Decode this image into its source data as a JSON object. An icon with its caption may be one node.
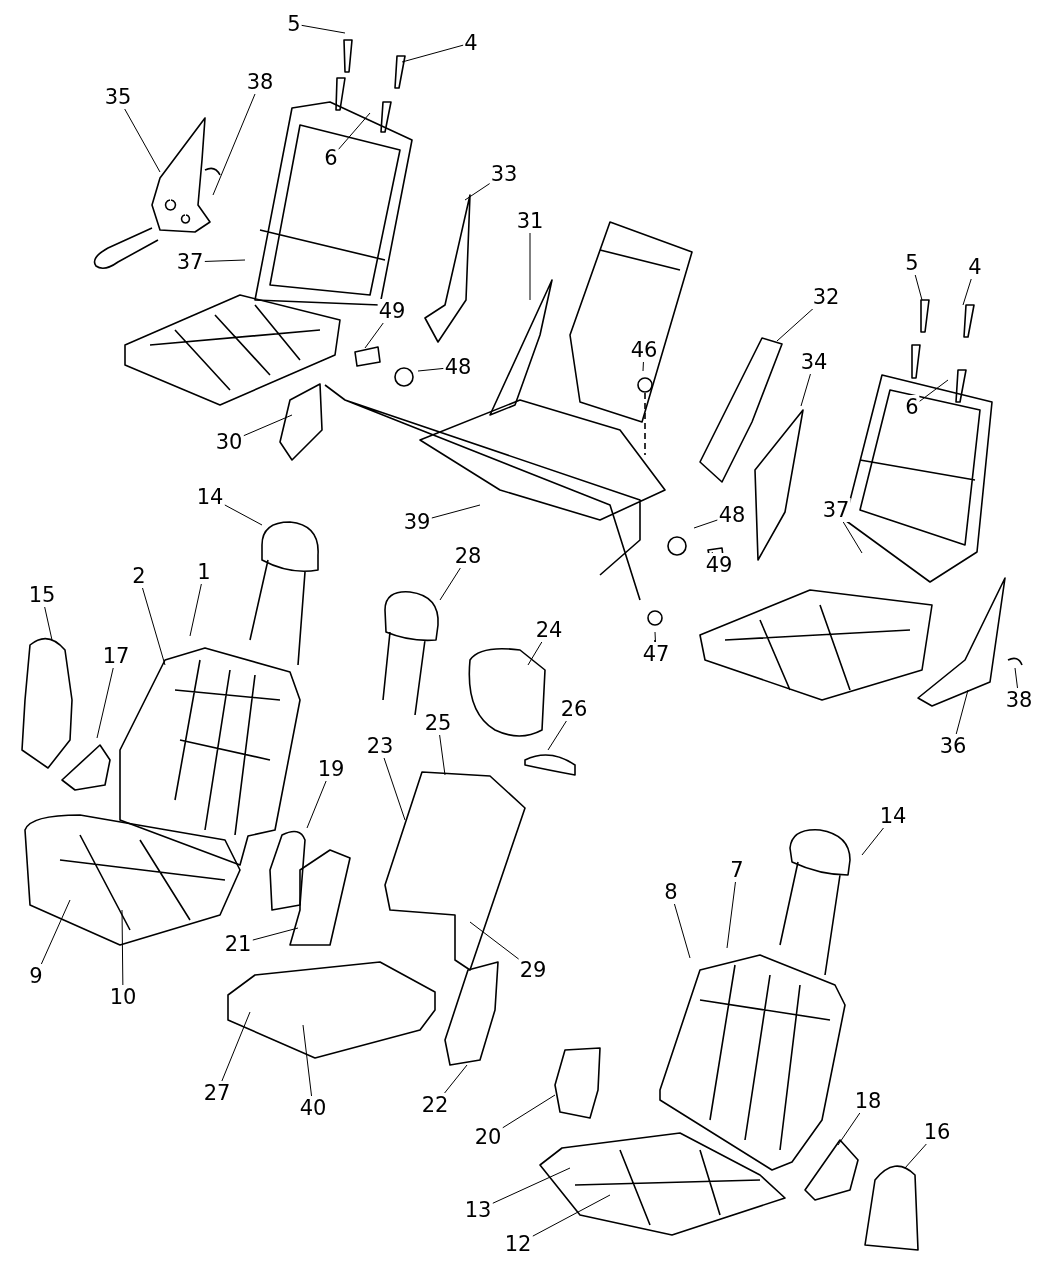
{
  "diagram": {
    "nodes": [
      {
        "text": [
          "5"
        ]
      },
      {
        "text": [
          "4"
        ]
      },
      {
        "text": [
          "35"
        ]
      },
      {
        "text": [
          "38"
        ]
      },
      {
        "text": [
          "6"
        ]
      },
      {
        "text": [
          "33"
        ]
      },
      {
        "text": [
          "31"
        ]
      },
      {
        "text": [
          "37"
        ]
      },
      {
        "text": [
          "49"
        ]
      },
      {
        "text": [
          "48"
        ]
      },
      {
        "text": [
          "46"
        ]
      },
      {
        "text": [
          "32"
        ]
      },
      {
        "text": [
          "5"
        ]
      },
      {
        "text": [
          "4"
        ]
      },
      {
        "text": [
          "6"
        ]
      },
      {
        "text": [
          "34"
        ]
      },
      {
        "text": [
          "30"
        ]
      },
      {
        "text": [
          "39"
        ]
      },
      {
        "text": [
          "14"
        ]
      },
      {
        "text": [
          "48"
        ]
      },
      {
        "text": [
          "37"
        ]
      },
      {
        "text": [
          "49"
        ]
      },
      {
        "text": [
          "2"
        ]
      },
      {
        "text": [
          "1"
        ]
      },
      {
        "text": [
          "15"
        ]
      },
      {
        "text": [
          "17"
        ]
      },
      {
        "text": [
          "28"
        ]
      },
      {
        "text": [
          "24"
        ]
      },
      {
        "text": [
          "47"
        ]
      },
      {
        "text": [
          "38"
        ]
      },
      {
        "text": [
          "36"
        ]
      },
      {
        "text": [
          "25"
        ]
      },
      {
        "text": [
          "26"
        ]
      },
      {
        "text": [
          "23"
        ]
      },
      {
        "text": [
          "19"
        ]
      },
      {
        "text": [
          "9"
        ]
      },
      {
        "text": [
          "10"
        ]
      },
      {
        "text": [
          "21"
        ]
      },
      {
        "text": [
          "29"
        ]
      },
      {
        "text": [
          "14"
        ]
      },
      {
        "text": [
          "8"
        ]
      },
      {
        "text": [
          "7"
        ]
      },
      {
        "text": [
          "27"
        ]
      },
      {
        "text": [
          "40"
        ]
      },
      {
        "text": [
          "22"
        ]
      },
      {
        "text": [
          "20"
        ]
      },
      {
        "text": [
          "18"
        ]
      },
      {
        "text": [
          "16"
        ]
      },
      {
        "text": [
          "13"
        ]
      },
      {
        "text": [
          "12"
        ]
      }
    ],
    "edges": [
      {
        "from": 0,
        "to": null,
        "arrow": "none"
      },
      {
        "from": 1,
        "to": null,
        "arrow": "none"
      },
      {
        "from": 2,
        "to": null,
        "arrow": "none"
      },
      {
        "from": 3,
        "to": null,
        "arrow": "none"
      },
      {
        "from": 4,
        "to": null,
        "arrow": "none"
      },
      {
        "from": 5,
        "to": null,
        "arrow": "none"
      },
      {
        "from": 6,
        "to": null,
        "arrow": "none"
      },
      {
        "from": 7,
        "to": null,
        "arrow": "none"
      },
      {
        "from": 8,
        "to": null,
        "arrow": "none"
      },
      {
        "from": 9,
        "to": null,
        "arrow": "none"
      },
      {
        "from": 10,
        "to": null,
        "arrow": "none"
      },
      {
        "from": 11,
        "to": null,
        "arrow": "none"
      },
      {
        "from": 12,
        "to": null,
        "arrow": "none"
      },
      {
        "from": 13,
        "to": null,
        "arrow": "none"
      },
      {
        "from": 14,
        "to": null,
        "arrow": "none"
      },
      {
        "from": 15,
        "to": null,
        "arrow": "none"
      },
      {
        "from": 16,
        "to": null,
        "arrow": "none"
      },
      {
        "from": 17,
        "to": null,
        "arrow": "none"
      },
      {
        "from": 18,
        "to": null,
        "arrow": "none"
      },
      {
        "from": 19,
        "to": null,
        "arrow": "none"
      },
      {
        "from": 20,
        "to": null,
        "arrow": "none"
      },
      {
        "from": 21,
        "to": null,
        "arrow": "none"
      },
      {
        "from": 22,
        "to": null,
        "arrow": "none"
      },
      {
        "from": 23,
        "to": null,
        "arrow": "none"
      },
      {
        "from": 24,
        "to": null,
        "arrow": "none"
      },
      {
        "from": 25,
        "to": null,
        "arrow": "none"
      },
      {
        "from": 26,
        "to": null,
        "arrow": "none"
      },
      {
        "from": 27,
        "to": null,
        "arrow": "none"
      },
      {
        "from": 28,
        "to": null,
        "arrow": "none"
      },
      {
        "from": 29,
        "to": null,
        "arrow": "none"
      },
      {
        "from": 30,
        "to": null,
        "arrow": "none"
      },
      {
        "from": 31,
        "to": null,
        "arrow": "none"
      },
      {
        "from": 32,
        "to": null,
        "arrow": "none"
      },
      {
        "from": 33,
        "to": null,
        "arrow": "none"
      },
      {
        "from": 34,
        "to": null,
        "arrow": "none"
      },
      {
        "from": 35,
        "to": null,
        "arrow": "none"
      },
      {
        "from": 36,
        "to": null,
        "arrow": "none"
      },
      {
        "from": 37,
        "to": null,
        "arrow": "none"
      },
      {
        "from": 38,
        "to": null,
        "arrow": "none"
      },
      {
        "from": 39,
        "to": null,
        "arrow": "none"
      },
      {
        "from": 40,
        "to": null,
        "arrow": "none"
      },
      {
        "from": 41,
        "to": null,
        "arrow": "none"
      },
      {
        "from": 42,
        "to": null,
        "arrow": "none"
      },
      {
        "from": 43,
        "to": null,
        "arrow": "none"
      },
      {
        "from": 44,
        "to": null,
        "arrow": "none"
      },
      {
        "from": 45,
        "to": null,
        "arrow": "none"
      },
      {
        "from": 46,
        "to": null,
        "arrow": "none"
      },
      {
        "from": 47,
        "to": null,
        "arrow": "none"
      },
      {
        "from": 48,
        "to": null,
        "arrow": "none"
      },
      {
        "from": 49,
        "to": null,
        "arrow": "none"
      }
    ]
  }
}
